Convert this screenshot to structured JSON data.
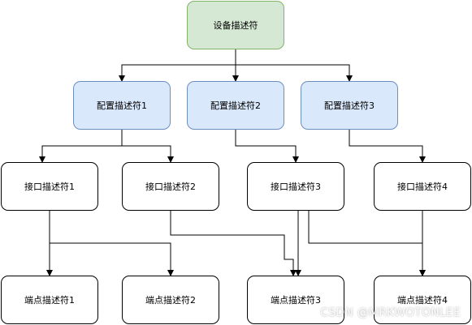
{
  "diagram": {
    "nodes": {
      "device": "设备描述符",
      "c1": "配置描述符1",
      "c2": "配置描述符2",
      "c3": "配置描述符3",
      "i1": "接口描述符1",
      "i2": "接口描述符2",
      "i3": "接口描述符3",
      "i4": "接口描述符4",
      "e1": "端点描述符1",
      "e2": "端点描述符2",
      "e3": "端点描述符3",
      "e4": "端点描述符4"
    },
    "edges": [
      {
        "from": "device",
        "to": "c1"
      },
      {
        "from": "device",
        "to": "c2"
      },
      {
        "from": "device",
        "to": "c3"
      },
      {
        "from": "c1",
        "to": "i1"
      },
      {
        "from": "c1",
        "to": "i2"
      },
      {
        "from": "c2",
        "to": "i3"
      },
      {
        "from": "c3",
        "to": "i4"
      },
      {
        "from": "i1",
        "to": "e1"
      },
      {
        "from": "i1",
        "to": "e2"
      },
      {
        "from": "i2",
        "to": "e3"
      },
      {
        "from": "i3",
        "to": "e3"
      },
      {
        "from": "i3",
        "to": "e4"
      },
      {
        "from": "i4",
        "to": "e4"
      }
    ],
    "colors": {
      "device_fill": "#d5e8d4",
      "device_stroke": "#82b366",
      "config_fill": "#dae8fc",
      "config_stroke": "#6c8ebf",
      "line": "#000000"
    }
  },
  "watermark": "CSDN @MRKWOTONLEE"
}
